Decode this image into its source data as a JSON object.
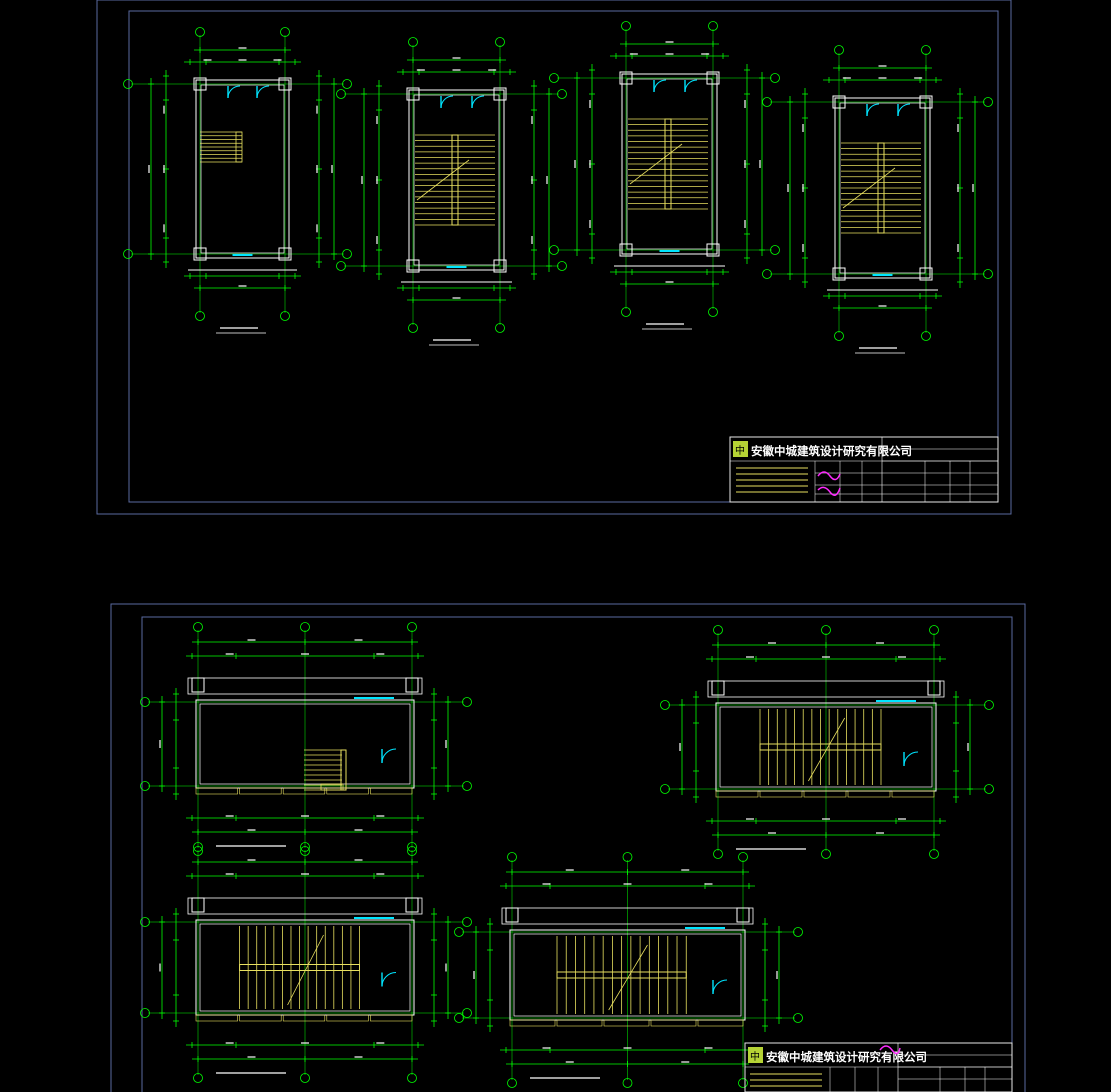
{
  "colors": {
    "frame": "#5a6aa0",
    "dimension": "#00ff00",
    "wall": "#ffffff",
    "stair": "#e8e060",
    "door": "#00e5ff",
    "annotation": "#ff2bff",
    "background": "#000000"
  },
  "sheets": [
    {
      "title_block": {
        "company": "安徽中城建筑设计研究有限公司",
        "logo_text": "中"
      }
    },
    {
      "title_block": {
        "company": "安徽中城建筑设计研究有限公司",
        "logo_text": "中"
      }
    }
  ]
}
